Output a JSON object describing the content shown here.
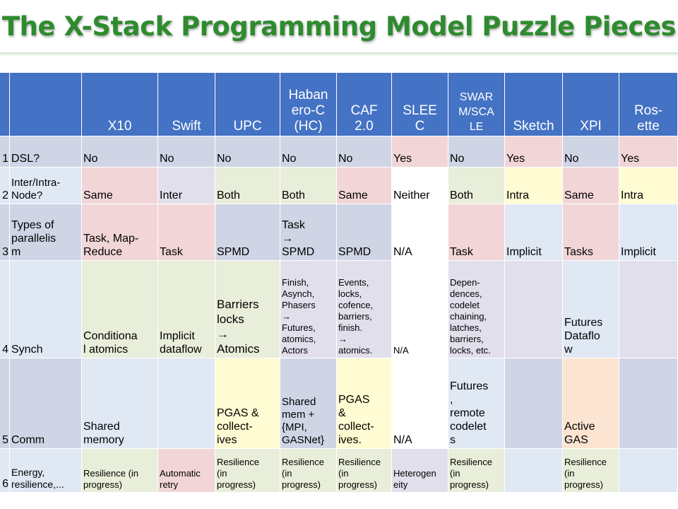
{
  "title": "The X-Stack Programming Model Puzzle Pieces",
  "colors": {
    "title": "#2e8b2e",
    "header": "#4472c4",
    "blue": "#cfd5e5",
    "pink": "#f2d6d7",
    "lavender": "#e2dfec",
    "green": "#e8eed9",
    "yellow": "#fffbd2",
    "peach": "#fce4d2",
    "ice": "#e0e8f4",
    "white": "#ffffff"
  },
  "table": {
    "headers": [
      "",
      "",
      "X10",
      "Swift",
      "UPC",
      "Haban\nero-C\n(HC)",
      "CAF\n2.0",
      "SLEE\nC",
      "SWAR\nM/SCA\nLE",
      "Sketch",
      "XPI",
      "Ros-\nette"
    ],
    "rows": [
      {
        "num": "1",
        "label": "DSL?",
        "cells": [
          "No",
          "No",
          "No",
          "No",
          "No",
          "Yes",
          "No",
          "Yes",
          "No",
          "Yes"
        ]
      },
      {
        "num": "2",
        "label": "Inter/Intra-\nNode?",
        "cells": [
          "Same",
          "Inter",
          "Both",
          "Both",
          "Same",
          "Neither",
          "Both",
          "Intra",
          "Same",
          "Intra"
        ]
      },
      {
        "num": "3",
        "label": "Types of\nparallelis\nm",
        "cells": [
          "Task, Map-\nReduce",
          "Task",
          "SPMD",
          "Task\n→\nSPMD",
          "SPMD",
          "N/A",
          "Task",
          "Implicit",
          "Tasks",
          "Implicit"
        ]
      },
      {
        "num": "4",
        "label": "Synch",
        "cells": [
          "Conditiona\nl atomics",
          "Implicit\ndataflow",
          "Barriers\nlocks\n→\nAtomics",
          "Finish,\nAsynch,\nPhasers\n→\nFutures,\natomics,\nActors",
          "Events,\nlocks,\ncofence,\nbarriers,\nfinish.\n→\natomics.",
          "N/A",
          "Depen-\ndences,\ncodelet\nchaining,\nlatches,\nbarriers,\nlocks, etc.",
          "",
          "Futures\nDataflo\nw",
          ""
        ]
      },
      {
        "num": "5",
        "label": "Comm",
        "cells": [
          "Shared\nmemory",
          "",
          "PGAS &\ncollect-\nives",
          "Shared\nmem +\n{MPI,\nGASNet}",
          "PGAS\n&\ncollect-\nives.",
          "N/A",
          "Futures\n,\nremote\ncodelet\ns",
          "",
          "Active\nGAS",
          ""
        ]
      },
      {
        "num": "6",
        "label": "Energy,\nresilience,...",
        "cells": [
          "Resilience (in\nprogress)",
          "Automatic\nretry",
          "Resilience\n(in\nprogress)",
          "Resilience\n(in\nprogress)",
          "Resilience\n(in\nprogress)",
          "Heterogen\neity",
          "Resilience\n(in\nprogress)",
          "",
          "Resilience\n(in\nprogress)",
          ""
        ]
      }
    ]
  }
}
